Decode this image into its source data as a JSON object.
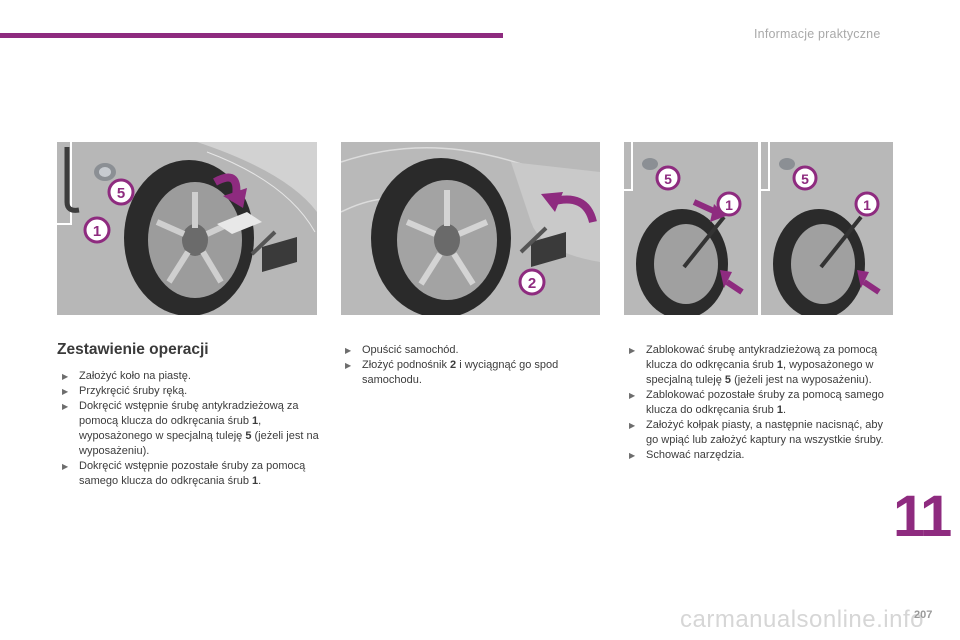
{
  "header": {
    "section_title": "Informacje praktyczne"
  },
  "footer": {
    "chapter_number": "11",
    "page_number": "207",
    "watermark": "carmanualsonline.info"
  },
  "colors": {
    "accent": "#8e2b7f",
    "photo_bg": "#b9b9b9",
    "callout_purple": "#8e2b7f"
  },
  "photos": {
    "photo_1": {
      "callouts": [
        "5",
        "1"
      ]
    },
    "photo_2": {
      "callouts": [
        "2"
      ]
    },
    "photo_3": {
      "callouts": [
        "5",
        "1",
        "5",
        "1"
      ]
    }
  },
  "procedure": {
    "heading": "Zestawienie operacji",
    "bullet_icon": "arrow-right-icon",
    "column_1": {
      "steps": [
        {
          "text": "Założyć koło na piastę."
        },
        {
          "text": "Przykręcić śruby ręką."
        },
        {
          "pre": "Dokręcić wstępnie śrubę antykradzieżową za pomocą klucza do odkręcania śrub ",
          "ref": "1",
          "mid": ", wyposażonego w specjalną tuleję ",
          "ref2": "5",
          "post": " (jeżeli jest na wyposażeniu)."
        },
        {
          "pre": "Dokręcić wstępnie pozostałe śruby za pomocą samego klucza do odkręcania śrub ",
          "ref": "1",
          "post": "."
        }
      ]
    },
    "column_2": {
      "steps": [
        {
          "text": "Opuścić samochód."
        },
        {
          "pre": "Złożyć podnośnik ",
          "ref": "2",
          "post": " i wyciągnąć go spod samochodu."
        }
      ]
    },
    "column_3": {
      "steps": [
        {
          "pre": "Zablokować śrubę antykradzieżową za pomocą klucza do odkręcania śrub ",
          "ref": "1",
          "mid": ", wyposażonego w specjalną tuleję ",
          "ref2": "5",
          "post": " (jeżeli jest na wyposażeniu)."
        },
        {
          "pre": "Zablokować pozostałe śruby za pomocą samego klucza do odkręcania śrub ",
          "ref": "1",
          "post": "."
        },
        {
          "text": "Założyć kołpak piasty, a następnie nacisnąć, aby go wpiąć lub założyć kaptury na wszystkie śruby."
        },
        {
          "text": "Schować narzędzia."
        }
      ]
    }
  }
}
